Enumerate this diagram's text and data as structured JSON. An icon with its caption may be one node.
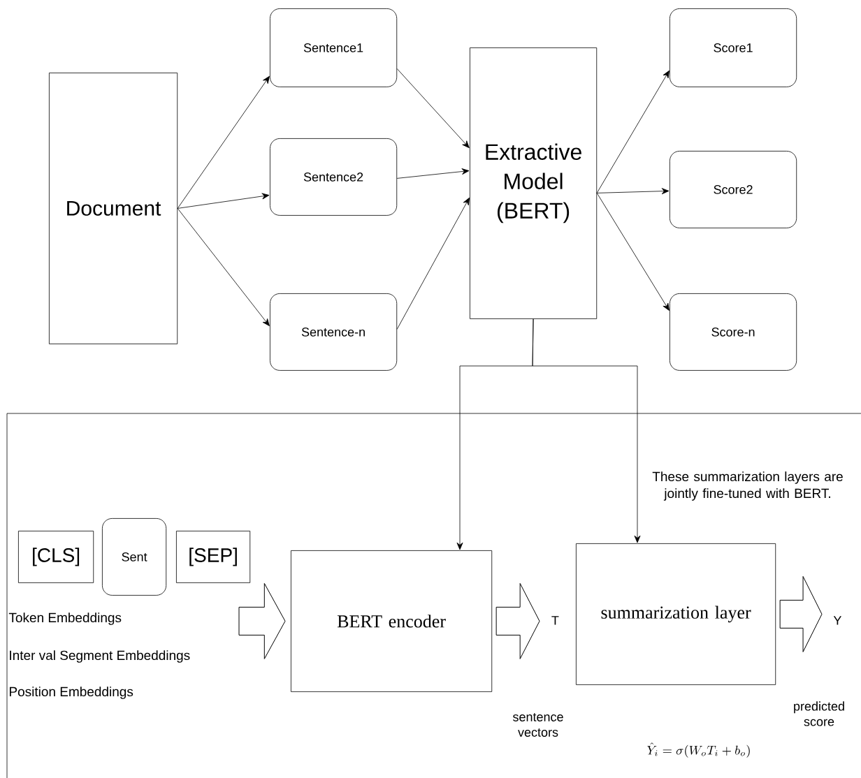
{
  "diagram": {
    "nodes": [
      {
        "text": [
          "Document"
        ]
      },
      {
        "text": [
          "Sentence1"
        ]
      },
      {
        "text": [
          "Sentence2"
        ]
      },
      {
        "text": [
          "Sentence-n"
        ]
      },
      {
        "text": [
          "Extractive Model (BERT)"
        ]
      },
      {
        "text": [
          "Score1"
        ]
      },
      {
        "text": [
          "Score2"
        ]
      },
      {
        "text": [
          "Score-n"
        ]
      },
      {
        "text": [
          "[CLS]"
        ]
      },
      {
        "text": [
          "Sent"
        ]
      },
      {
        "text": [
          "[SEP]"
        ]
      },
      {
        "text": [
          "BERT encoder"
        ]
      },
      {
        "text": [
          "T"
        ]
      },
      {
        "text": [
          "summarization layer"
        ]
      },
      {
        "text": [
          "Y"
        ]
      }
    ],
    "edges": [
      {
        "from": 0,
        "to": 1,
        "arrow": "to"
      },
      {
        "from": 0,
        "to": 2,
        "arrow": "to"
      },
      {
        "from": 0,
        "to": 3,
        "arrow": "to"
      },
      {
        "from": 1,
        "to": 4,
        "arrow": "to"
      },
      {
        "from": 2,
        "to": 4,
        "arrow": "to"
      },
      {
        "from": 3,
        "to": 4,
        "arrow": "to"
      },
      {
        "from": 4,
        "to": 5,
        "arrow": "to"
      },
      {
        "from": 4,
        "to": 6,
        "arrow": "to"
      },
      {
        "from": 4,
        "to": 7,
        "arrow": "to"
      },
      {
        "from": 4,
        "to": 11,
        "arrow": "to"
      },
      {
        "from": 4,
        "to": 13,
        "arrow": "to"
      },
      {
        "from": null,
        "to": 11,
        "arrow": "to"
      },
      {
        "from": 11,
        "to": 12,
        "arrow": "to"
      },
      {
        "from": 13,
        "to": 14,
        "arrow": "to"
      }
    ],
    "labels": [
      "These summarization layers are jointly fine-tuned with BERT.",
      "Token Embeddings",
      "Inter val Segment Embeddings",
      "Position Embeddings",
      "sentence vectors",
      "predicted score",
      "\\hat{Y}_i = \\sigma(W_o T_i + b_o)"
    ]
  }
}
